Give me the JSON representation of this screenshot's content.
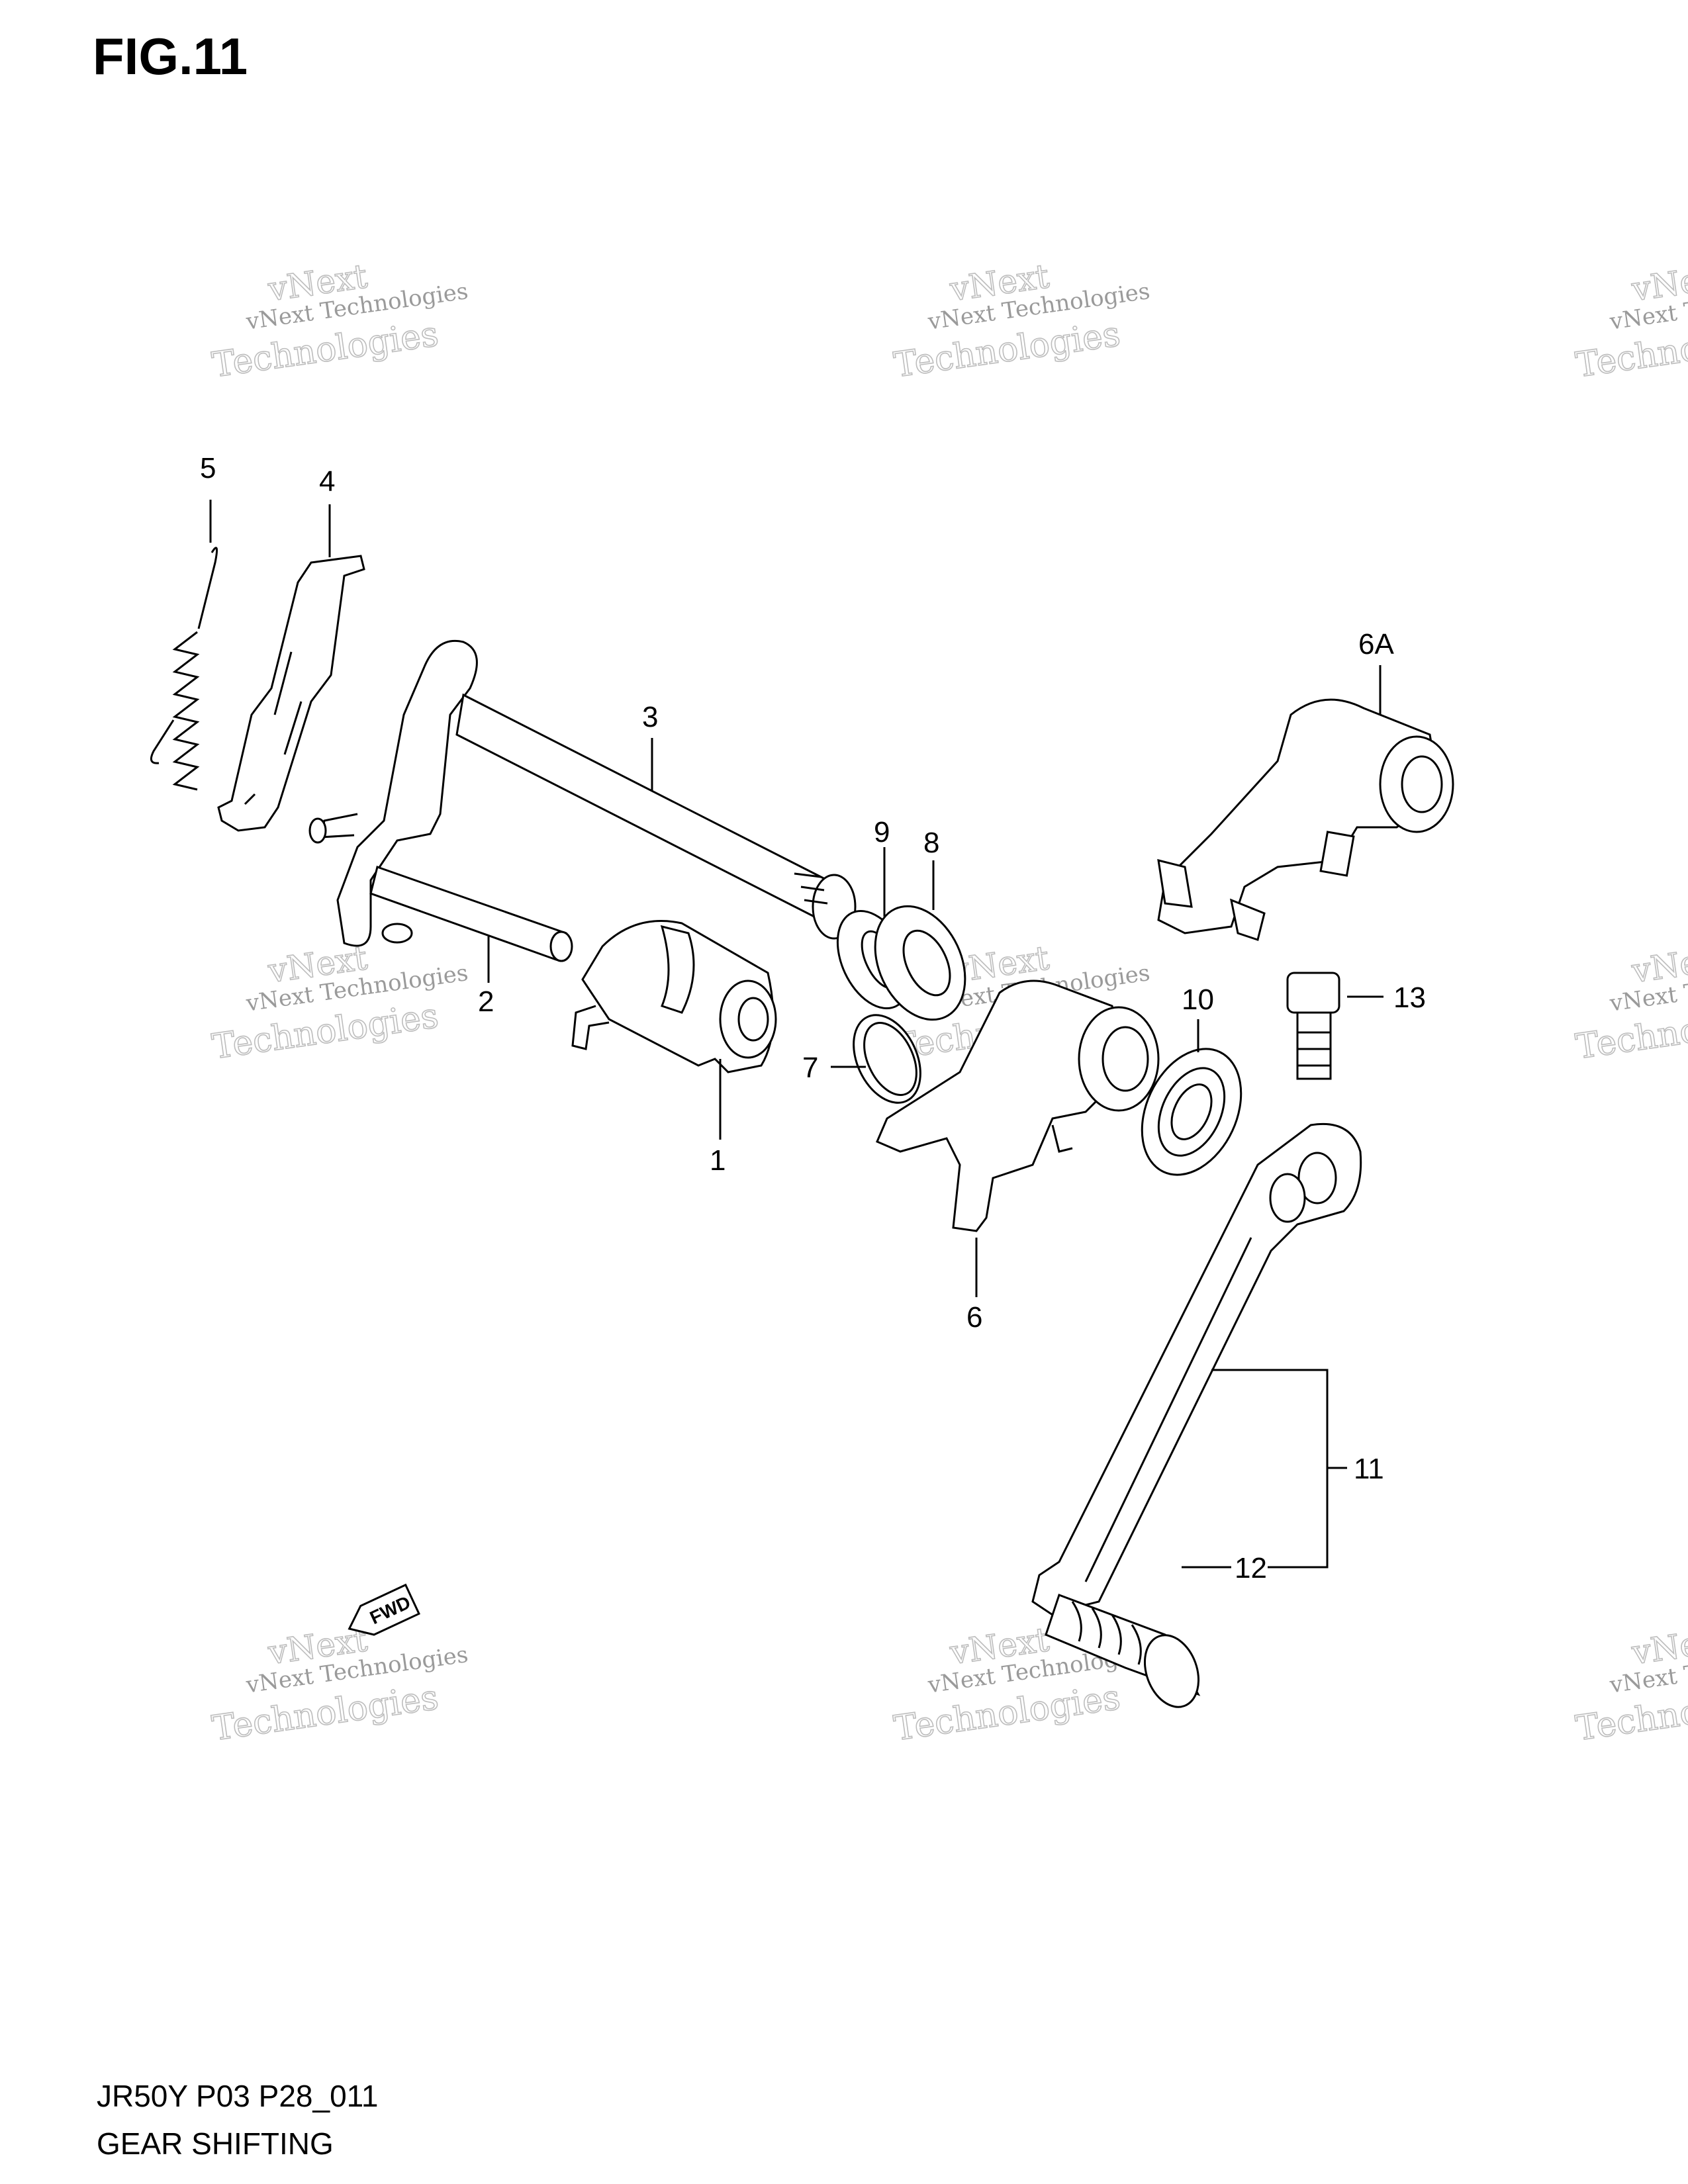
{
  "figure": {
    "title": "FIG.11"
  },
  "diagram": {
    "callouts": [
      {
        "label": "1"
      },
      {
        "label": "2"
      },
      {
        "label": "3"
      },
      {
        "label": "4"
      },
      {
        "label": "5"
      },
      {
        "label": "6"
      },
      {
        "label": "6A"
      },
      {
        "label": "7"
      },
      {
        "label": "8"
      },
      {
        "label": "9"
      },
      {
        "label": "10"
      },
      {
        "label": "11"
      },
      {
        "label": "12"
      },
      {
        "label": "13"
      }
    ],
    "watermark": {
      "line1": "vNext Technologies",
      "line2": "vNext",
      "line3": "Technologies"
    },
    "fwd_badge": "FWD"
  },
  "footer": {
    "model_code": "JR50Y P03 P28_011",
    "section_name": "GEAR SHIFTING"
  }
}
